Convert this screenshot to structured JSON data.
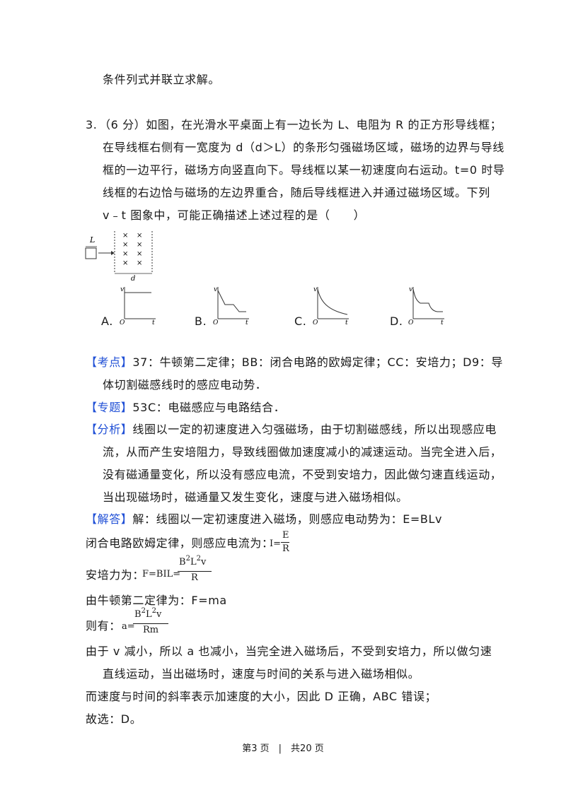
{
  "lines": {
    "l1": "条件列式并联立求解。",
    "q_number": "3.",
    "q_text1": "（6 分）如图，在光滑水平桌面上有一边长为 L、电阻为 R 的正方形导线框；",
    "q_text2": "在导线框右侧有一宽度为 d（d＞L）的条形匀强磁场区域，磁场的边界与导线",
    "q_text3": "框的一边平行，磁场方向竖直向下。导线框以某一初速度向右运动。t=0 时导",
    "q_text4": "线框的右边恰与磁场的左边界重合，随后导线框进入并通过磁场区域。下列",
    "q_text5": "v﹣t 图象中，可能正确描述上述过程的是（　　）"
  },
  "figure": {
    "label_L": "L",
    "label_d": "d",
    "field_mark": "×",
    "options": [
      "A.",
      "B.",
      "C.",
      "D."
    ],
    "axis_v": "v",
    "axis_t": "t",
    "origin": "O"
  },
  "analysis": {
    "kaodian_tag": "【考点】",
    "kaodian_text1": "37：牛顿第二定律；BB：闭合电路的欧姆定律；CC：安培力；D9：导",
    "kaodian_text2": "体切割磁感线时的感应电动势．",
    "zhuanti_tag": "【专题】",
    "zhuanti_text": "53C：电磁感应与电路结合．",
    "fenxi_tag": "【分析】",
    "fenxi_text1": "线圈以一定的初速度进入匀强磁场，由于切割磁感线，所以出现感应电",
    "fenxi_text2": "流，从而产生安培阻力，导致线圈做加速度减小的减速运动。当完全进入后，",
    "fenxi_text3": "没有磁通量变化，所以没有感应电流，不受到安培力，因此做匀速直线运动，",
    "fenxi_text4": "当出现磁场时，磁通量又发生变化，速度与进入磁场相似。",
    "jieda_tag": "【解答】",
    "jieda_text": "解：线圈以一定初速度进入磁场，则感应电动势为：E=BLv",
    "ohm_text": "闭合电路欧姆定律，则感应电流为：",
    "ohm_lhs": "I=",
    "ohm_num": "E",
    "ohm_den": "R",
    "ampere_text": "安培力为：",
    "ampere_lhs": "F=BIL=",
    "ampere_num_B": "B",
    "ampere_num_L": "L",
    "ampere_num_v": "v",
    "sup2": "2",
    "ampere_den": "R",
    "newton_text": "由牛顿第二定律为：F=ma",
    "then_text": "则有：",
    "then_lhs": "a=",
    "then_den": "Rm",
    "concl1": "由于 v 减小，所以 a 也减小，当完全进入磁场后，不受到安培力，所以做匀速",
    "concl2": "直线运动，当出磁场时，速度与时间的关系与进入磁场相似。",
    "concl3": "而速度与时间的斜率表示加速度的大小，因此 D 正确，ABC 错误；",
    "concl4": "故选：D。"
  },
  "footer": {
    "text": "第3 页　|　共20 页"
  }
}
